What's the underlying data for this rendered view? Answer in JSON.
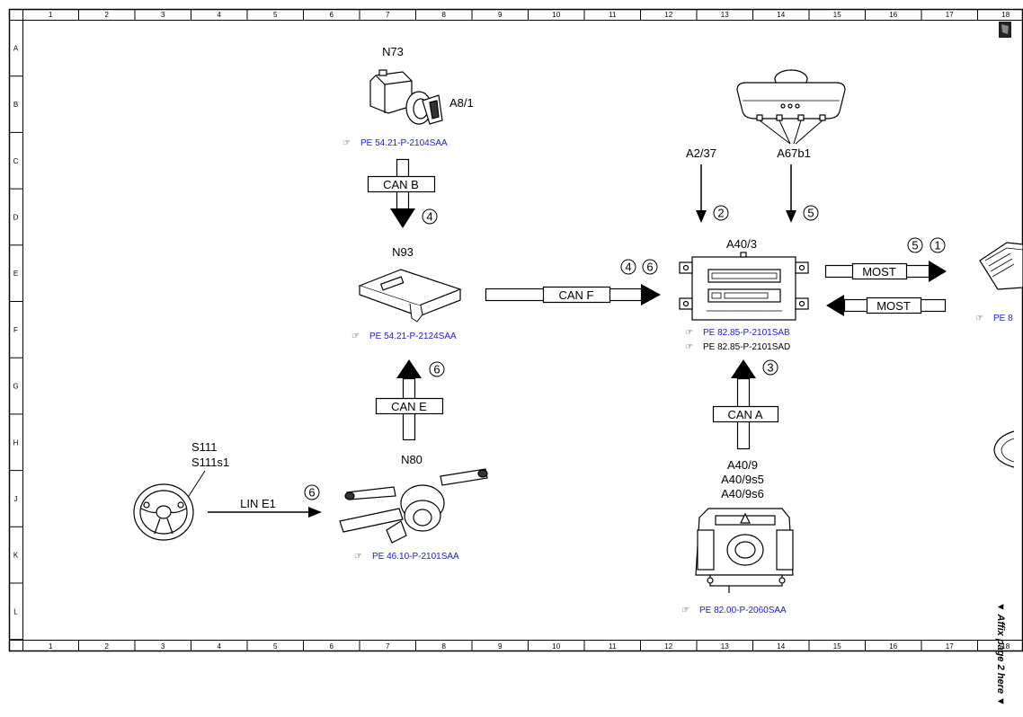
{
  "grid": {
    "columns": [
      "1",
      "2",
      "3",
      "4",
      "5",
      "6",
      "7",
      "8",
      "9",
      "10",
      "11",
      "12",
      "13",
      "14",
      "15",
      "16",
      "17",
      "18"
    ],
    "rows": [
      "A",
      "B",
      "C",
      "D",
      "E",
      "F",
      "G",
      "H",
      "J",
      "K",
      "L"
    ]
  },
  "components": {
    "n73": {
      "code": "N73",
      "sub": "A8/1",
      "ref": "PE 54.21-P-2104SAA"
    },
    "n93": {
      "code": "N93",
      "ref": "PE 54.21-P-2124SAA"
    },
    "n80": {
      "code": "N80",
      "ref": "PE 46.10-P-2101SAA"
    },
    "s111": {
      "code1": "S111",
      "code2": "S111s1"
    },
    "a237": {
      "code": "A2/37"
    },
    "a67b1": {
      "code": "A67b1"
    },
    "a403": {
      "code": "A40/3",
      "ref1": "PE 82.85-P-2101SAB",
      "ref2": "PE 82.85-P-2101SAD"
    },
    "a409": {
      "code1": "A40/9",
      "code2": "A40/9s5",
      "code3": "A40/9s6",
      "ref": "PE 82.00-P-2060SAA"
    },
    "right_edge_ref": "PE 8"
  },
  "buses": {
    "can_b": "CAN B",
    "can_e": "CAN E",
    "can_f": "CAN F",
    "can_a": "CAN A",
    "most_out": "MOST",
    "most_in": "MOST",
    "lin_e1": "LIN E1"
  },
  "circles": {
    "c_canb": "4",
    "c_cane": "6",
    "c_canf_1": "4",
    "c_canf_2": "6",
    "c_a237": "2",
    "c_a67b1": "5",
    "c_most_1": "5",
    "c_most_2": "1",
    "c_cana": "3",
    "c_lin": "6"
  },
  "margin_note": "▼ Affix page 2 here ▼",
  "colors": {
    "link": "#1a1ad0",
    "line": "#000000"
  }
}
